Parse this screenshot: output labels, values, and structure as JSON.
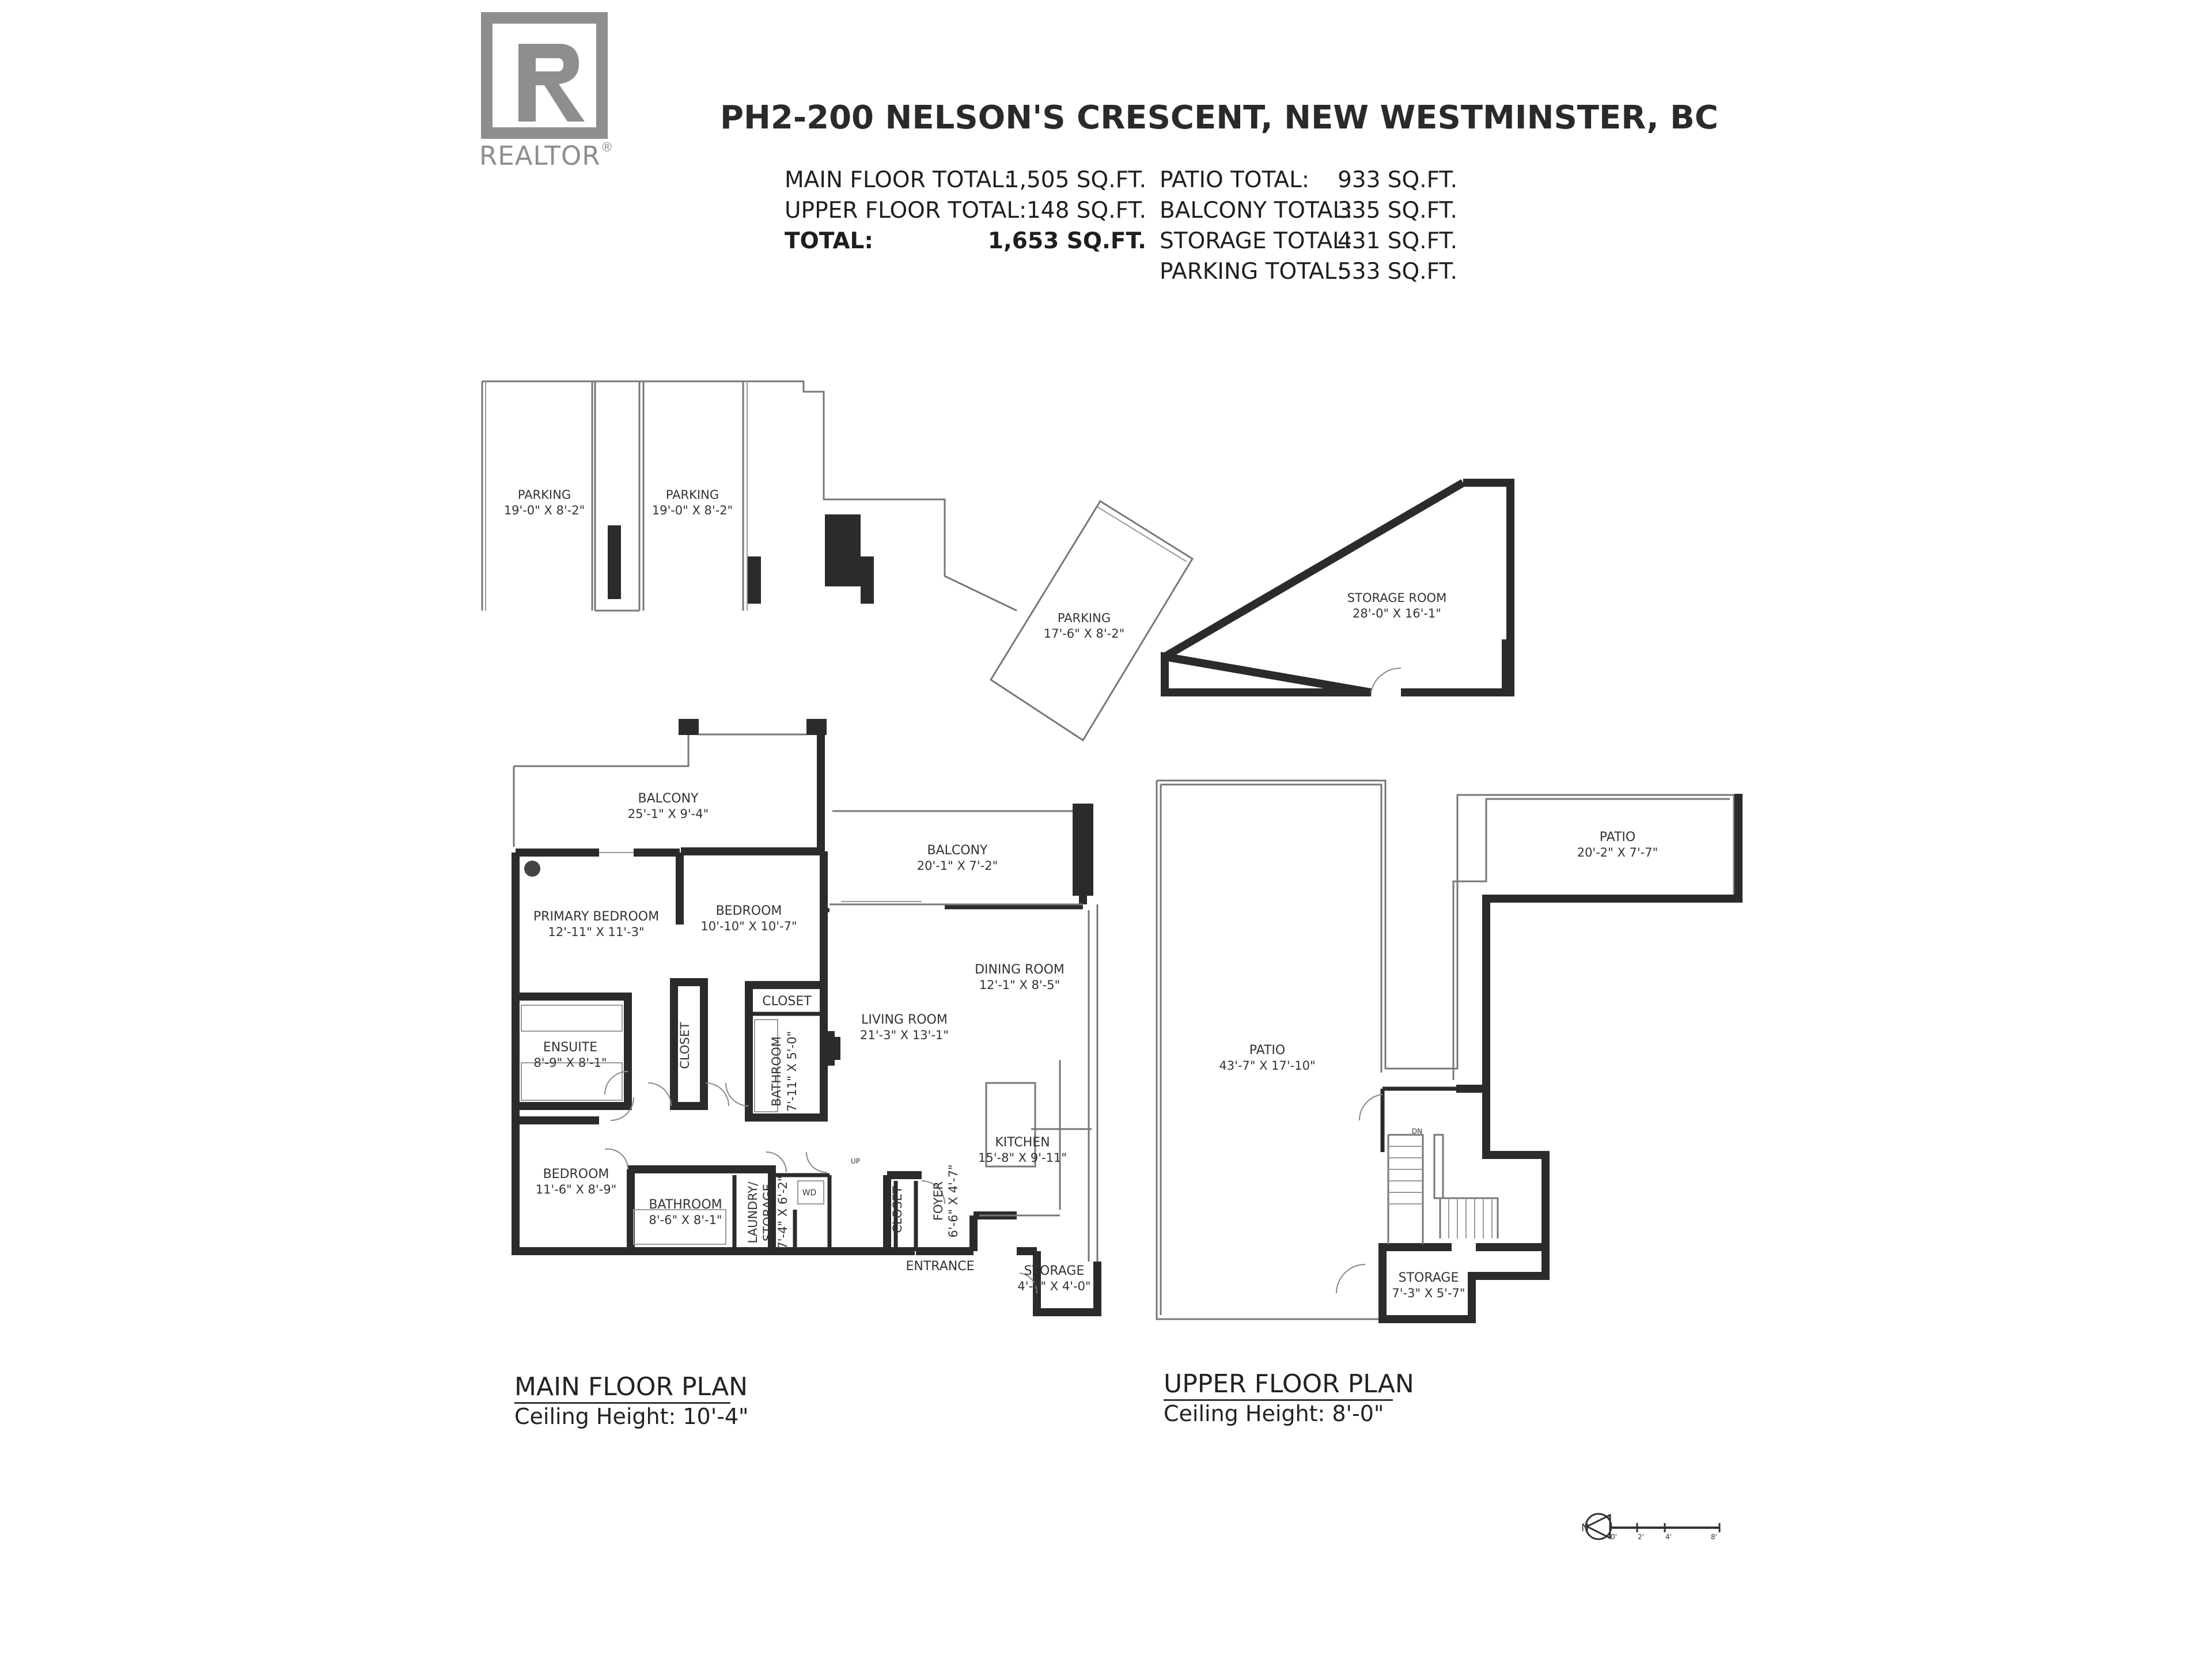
{
  "header": {
    "title": "PH2-200 NELSON'S CRESCENT, NEW WESTMINSTER, BC",
    "logo_text": "REALTOR",
    "logo_mark": "®"
  },
  "totals": {
    "left": [
      {
        "label": "MAIN FLOOR TOTAL:",
        "value": "1,505 SQ.FT."
      },
      {
        "label": "UPPER FLOOR TOTAL:",
        "value": "148 SQ.FT."
      },
      {
        "label": "TOTAL:",
        "value": "1,653 SQ.FT."
      }
    ],
    "right": [
      {
        "label": "PATIO TOTAL:",
        "value": "933 SQ.FT."
      },
      {
        "label": "BALCONY TOTAL:",
        "value": "335 SQ.FT."
      },
      {
        "label": "STORAGE TOTAL:",
        "value": "431 SQ.FT."
      },
      {
        "label": "PARKING TOTAL:",
        "value": "533 SQ.FT."
      }
    ]
  },
  "rooms": {
    "parking_1": {
      "name": "PARKING",
      "dims": "19'-0\" X 8'-2\""
    },
    "parking_2": {
      "name": "PARKING",
      "dims": "19'-0\" X 8'-2\""
    },
    "parking_3": {
      "name": "PARKING",
      "dims": "17'-6\" X 8'-2\""
    },
    "storage_room": {
      "name": "STORAGE ROOM",
      "dims": "28'-0\" X 16'-1\""
    },
    "balcony_1": {
      "name": "BALCONY",
      "dims": "25'-1\" X 9'-4\""
    },
    "balcony_2": {
      "name": "BALCONY",
      "dims": "20'-1\" X 7'-2\""
    },
    "primary_bedroom": {
      "name": "PRIMARY BEDROOM",
      "dims": "12'-11\" X 11'-3\""
    },
    "bedroom_1": {
      "name": "BEDROOM",
      "dims": "10'-10\" X 10'-7\""
    },
    "dining_room": {
      "name": "DINING ROOM",
      "dims": "12'-1\" X 8'-5\""
    },
    "living_room": {
      "name": "LIVING ROOM",
      "dims": "21'-3\" X 13'-1\""
    },
    "closet_1": {
      "name": "CLOSET"
    },
    "closet_2": {
      "name": "CLOSET"
    },
    "closet_3": {
      "name": "CLOSET"
    },
    "ensuite": {
      "name": "ENSUITE",
      "dims": "8'-9\" X 8'-1\""
    },
    "bathroom_v": {
      "name": "BATHROOM",
      "dims": "7'-11\" X 5'-0\""
    },
    "kitchen": {
      "name": "KITCHEN",
      "dims": "15'-8\" X 9'-11\""
    },
    "bedroom_2": {
      "name": "BEDROOM",
      "dims": "11'-6\" X 8'-9\""
    },
    "bathroom_2": {
      "name": "BATHROOM",
      "dims": "8'-6\" X 8'-1\""
    },
    "laundry": {
      "name": "LAUNDRY/",
      "name2": "STORAGE",
      "dims": "7'-4\" X 6'-2\""
    },
    "foyer": {
      "name": "FOYER",
      "dims": "6'-6\" X 4'-7\""
    },
    "entrance": {
      "name": "ENTRANCE"
    },
    "storage_main": {
      "name": "STORAGE",
      "dims": "4'-8\" X 4'-0\""
    },
    "patio_big": {
      "name": "PATIO",
      "dims": "43'-7\" X 17'-10\""
    },
    "patio_top": {
      "name": "PATIO",
      "dims": "20'-2\" X 7'-7\""
    },
    "storage_upper": {
      "name": "STORAGE",
      "dims": "7'-3\" X 5'-7\""
    },
    "wd": {
      "name": "WD"
    },
    "up": {
      "name": "UP"
    },
    "dn": {
      "name": "DN"
    }
  },
  "plans": {
    "main": {
      "title": "MAIN FLOOR PLAN",
      "ceiling": "Ceiling Height: 10'-4\""
    },
    "upper": {
      "title": "UPPER FLOOR PLAN",
      "ceiling": "Ceiling Height: 8'-0\""
    }
  },
  "scale": {
    "north": "N",
    "marks": [
      "0'",
      "2'",
      "4'",
      "8'"
    ]
  }
}
